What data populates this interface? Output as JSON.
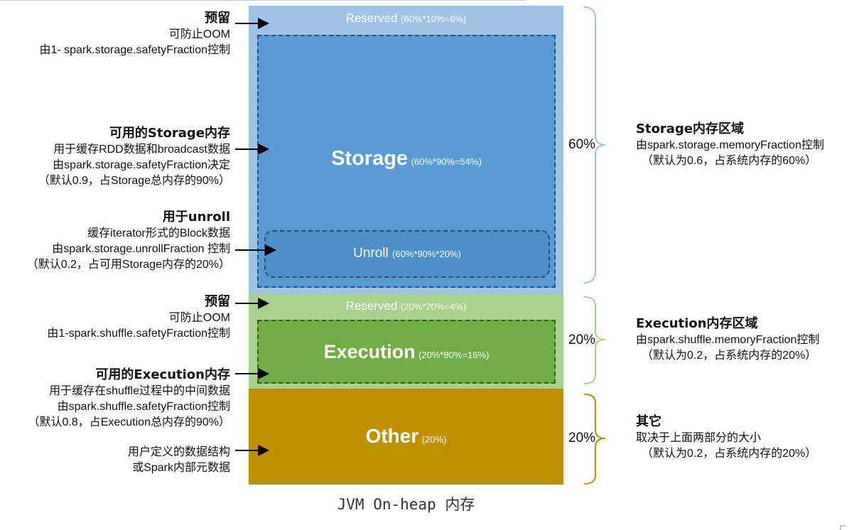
{
  "blocks": {
    "reserved_storage": "Reserved",
    "reserved_storage_pct": "(60%*10%=6%)",
    "storage": "Storage",
    "storage_pct": "(60%*90%=54%)",
    "unroll": "Unroll",
    "unroll_pct": "(60%*90%*20%)",
    "reserved_exec": "Reserved",
    "reserved_exec_pct": "(20%*20%=4%)",
    "execution": "Execution",
    "execution_pct": "(20%*80%=16%)",
    "other": "Other",
    "other_pct": "(20%)"
  },
  "caption": "JVM On-heap 内存",
  "left_notes": [
    {
      "title": "预留",
      "lines": [
        "可防止OOM",
        "由1- spark.storage.safetyFraction控制"
      ]
    },
    {
      "title": "可用的Storage内存",
      "lines": [
        "用于缓存RDD数据和broadcast数据",
        "由spark.storage.safetyFraction决定",
        "（默认0.9，占Storage总内存的90%）"
      ]
    },
    {
      "title": "用于unroll",
      "lines": [
        "缓存iterator形式的Block数据",
        "由spark.storage.unrollFraction 控制",
        "（默认0.2，占可用Storage内存的20%）"
      ]
    },
    {
      "title": "预留",
      "lines": [
        "可防止OOM",
        "由1-spark.shuffle.safetyFraction控制"
      ]
    },
    {
      "title": "可用的Execution内存",
      "lines": [
        "用于缓存在shuffle过程中的中间数据",
        "由spark.shuffle.safetyFraction控制",
        "（默认0.8，占Execution总内存的90%）"
      ]
    },
    {
      "title": "",
      "lines": [
        "用户定义的数据结构",
        "或Spark内部元数据"
      ]
    }
  ],
  "percentages": [
    "60%",
    "20%",
    "20%"
  ],
  "right_notes": [
    {
      "title": "Storage内存区域",
      "lines": [
        "由spark.storage.memoryFraction控制",
        "（默认为0.6，占系统内存的60%）"
      ]
    },
    {
      "title": "Execution内存区域",
      "lines": [
        "由spark.shuffle.memoryFraction控制",
        "（默认为0.2，占系统内存的20%）"
      ]
    },
    {
      "title": "其它",
      "lines": [
        "取决于上面两部分的大小",
        "（默认为0.2，占系统内存的20%）"
      ]
    }
  ],
  "colors": {
    "storage_region": "#9dc3e6",
    "storage_inner": "#5b9bd5",
    "exec_region": "#a9d18e",
    "exec_inner": "#70ad47",
    "other": "#bf9000",
    "brace_storage": "#9dc3e6",
    "brace_exec": "#a9d18e",
    "brace_other": "#bf9000"
  }
}
